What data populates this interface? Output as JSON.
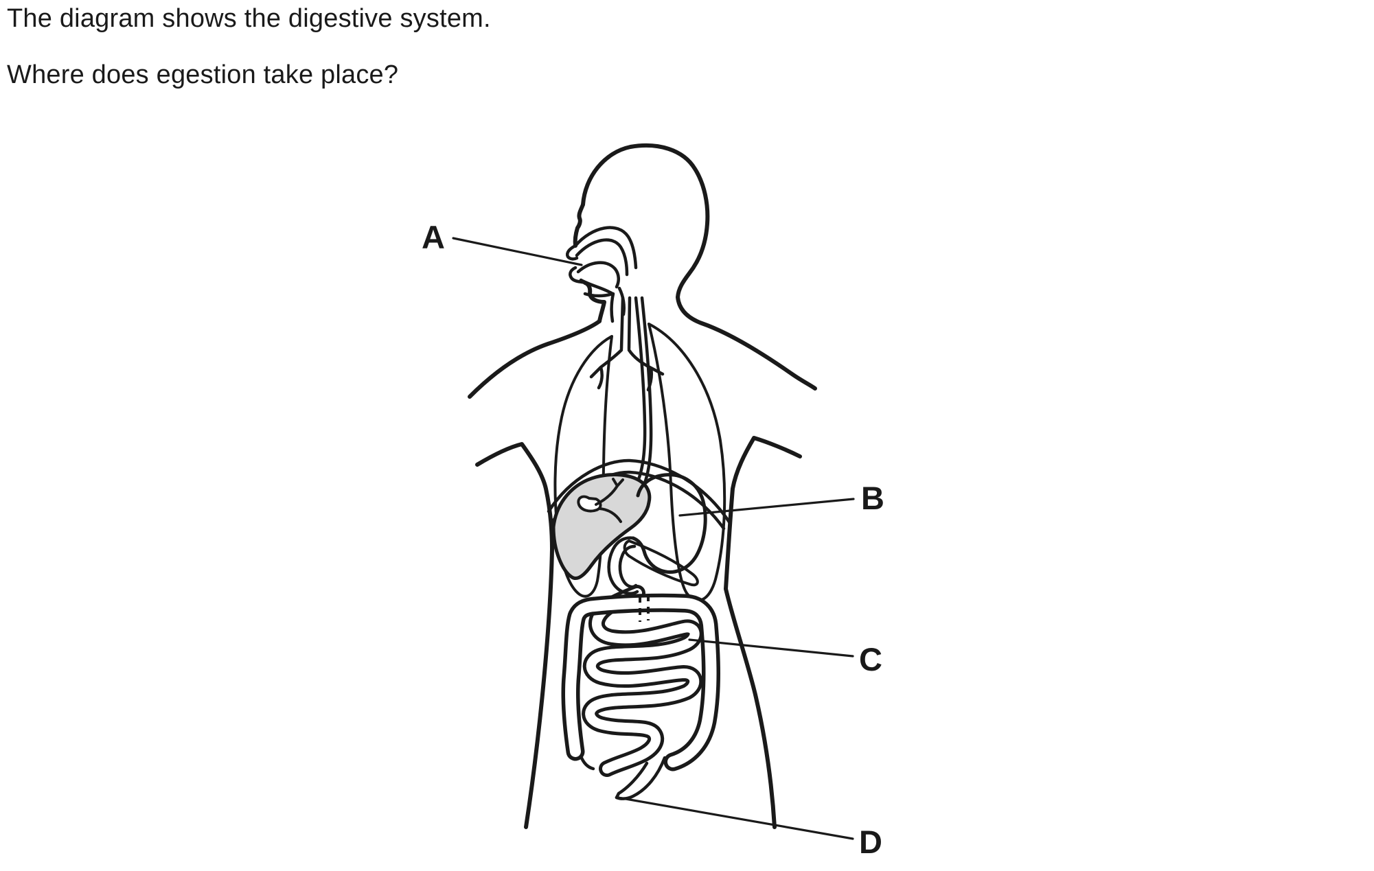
{
  "question": {
    "line1": "The diagram shows the digestive system.",
    "line2": "Where does egestion take place?"
  },
  "diagram": {
    "title": "digestive-system-cutaway-figure",
    "labels": [
      {
        "letter": "A",
        "points_to": "mouth"
      },
      {
        "letter": "B",
        "points_to": "stomach"
      },
      {
        "letter": "C",
        "points_to": "small-intestine"
      },
      {
        "letter": "D",
        "points_to": "anus"
      }
    ],
    "colors": {
      "line": "#1a1a1a",
      "liver_shade": "#d8d8d8",
      "background": "#ffffff"
    }
  }
}
